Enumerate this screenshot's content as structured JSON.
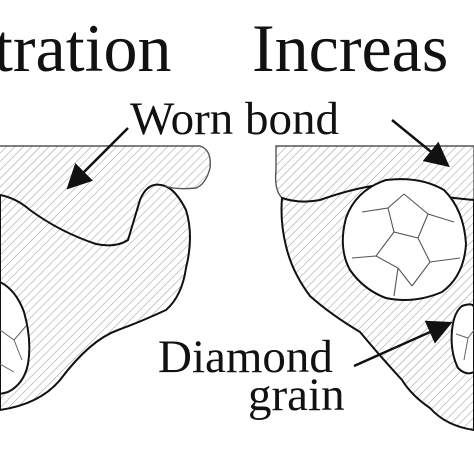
{
  "title_left": "tration",
  "title_right": "Increas",
  "label_worn_bond": "Worn bond",
  "label_diamond": "Diamond",
  "label_grain": "grain",
  "colors": {
    "ink": "#111111",
    "hatch": "#9a9a9a",
    "background": "#ffffff"
  }
}
